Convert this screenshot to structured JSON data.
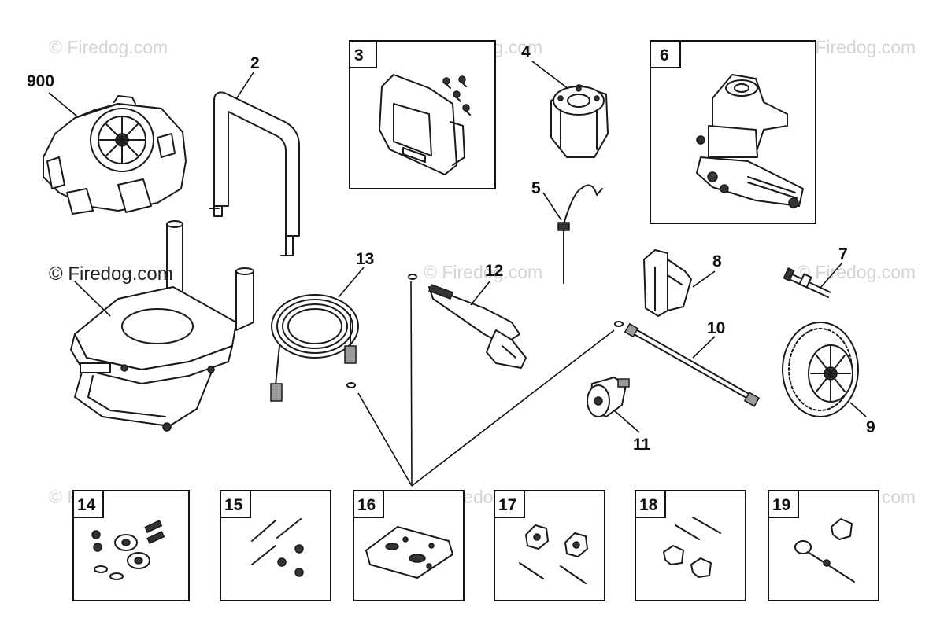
{
  "watermarks": {
    "light": "© Firedog.com",
    "dark": "© Firedog.com"
  },
  "callouts": {
    "c900": "900",
    "c2": "2",
    "c3": "3",
    "c4": "4",
    "c5": "5",
    "c6": "6",
    "c7": "7",
    "c8": "8",
    "c9": "9",
    "c10": "10",
    "c11": "11",
    "c12": "12",
    "c13": "13",
    "c14": "14",
    "c15": "15",
    "c16": "16",
    "c17": "17",
    "c18": "18",
    "c19": "19"
  },
  "colors": {
    "line": "#1a1a1a",
    "watermark": "#d4d4d4",
    "background": "#ffffff"
  }
}
